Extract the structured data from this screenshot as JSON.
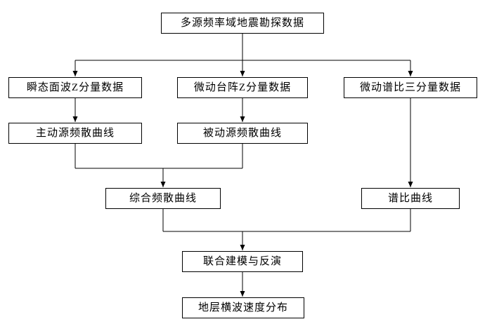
{
  "diagram": {
    "ink_color": "#000000",
    "background_color": "#ffffff",
    "nodes": {
      "root": {
        "label": "多源频率域地震勘探数据"
      },
      "transient_z": {
        "label": "瞬态面波Z分量数据"
      },
      "array_z": {
        "label": "微动台阵Z分量数据"
      },
      "spectral_three": {
        "label": "微动谱比三分量数据"
      },
      "active_dispersion": {
        "label": "主动源频散曲线"
      },
      "passive_dispersion": {
        "label": "被动源频散曲线"
      },
      "combined_dispersion": {
        "label": "综合频散曲线"
      },
      "spectral_ratio_curve": {
        "label": "谱比曲线"
      },
      "joint_inversion": {
        "label": "联合建模与反演"
      },
      "velocity_distribution": {
        "label": "地层横波速度分布"
      }
    }
  }
}
